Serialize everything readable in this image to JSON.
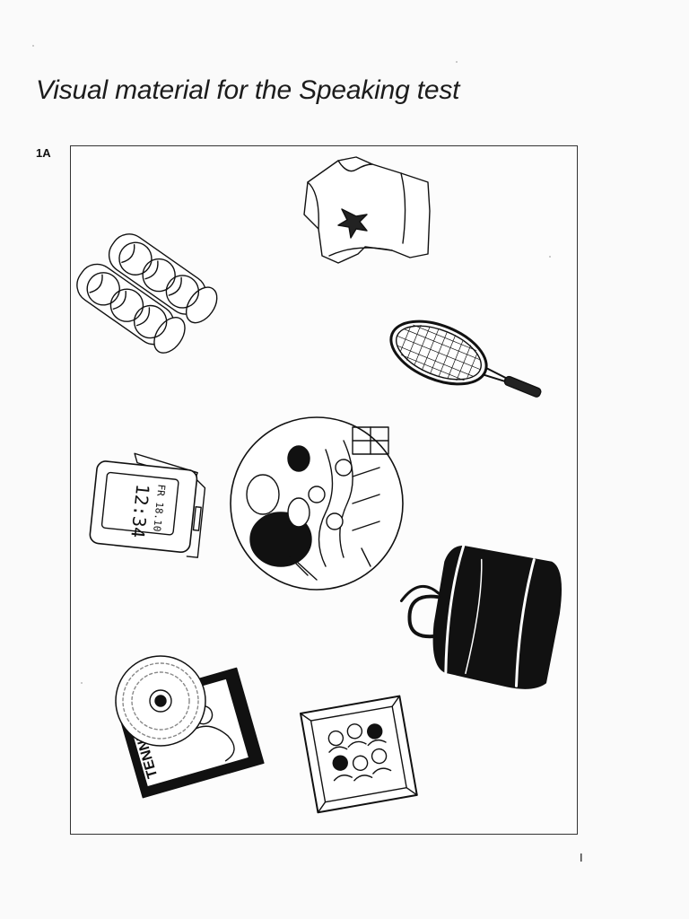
{
  "page": {
    "title": "Visual material for the Speaking test",
    "section_label": "1A",
    "page_number": "I"
  },
  "illustrations": {
    "clock_time": "12:34",
    "clock_date": "FR 18.10",
    "magazine_text": "TENNIS"
  },
  "colors": {
    "ink": "#111111",
    "paper": "#fafafa"
  }
}
